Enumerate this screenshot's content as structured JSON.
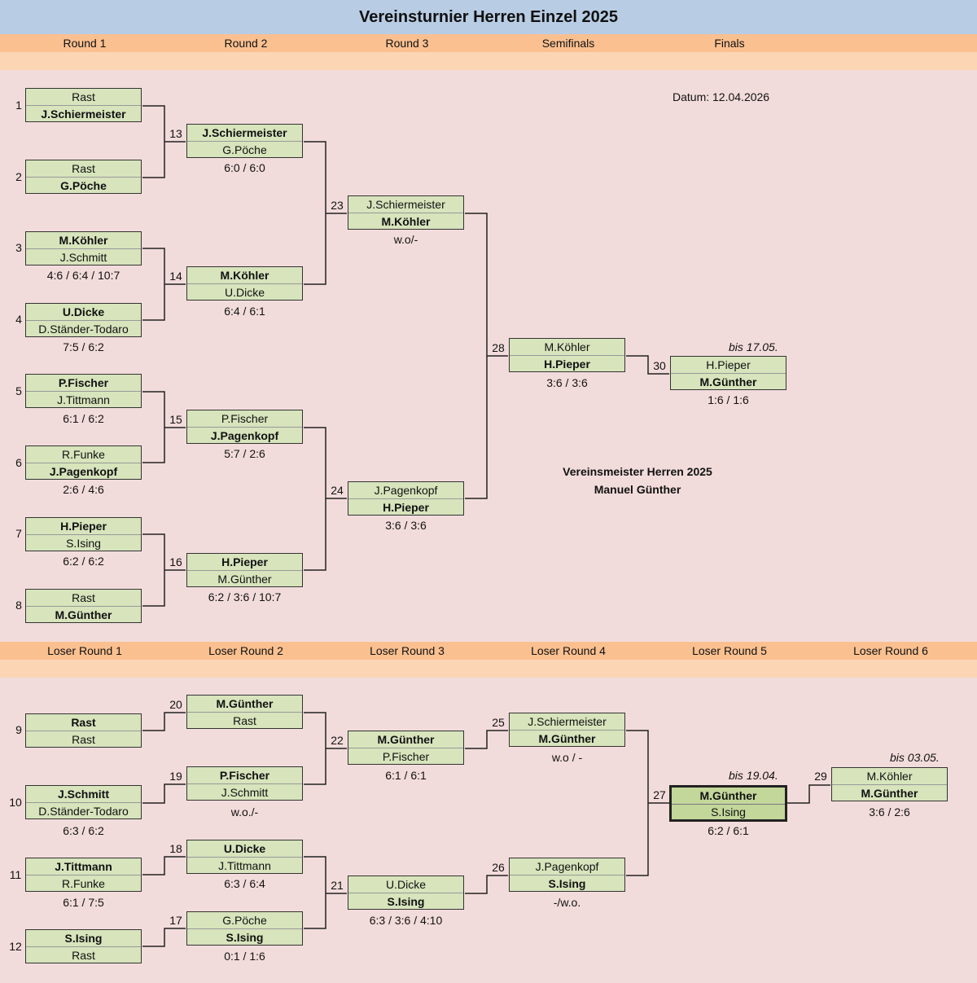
{
  "title": "Vereinsturnier Herren Einzel 2025",
  "winners_rounds": [
    "Round 1",
    "Round 2",
    "Round 3",
    "Semifinals",
    "Finals"
  ],
  "losers_rounds": [
    "Loser Round 1",
    "Loser Round 2",
    "Loser Round 3",
    "Loser Round 4",
    "Loser Round 5",
    "Loser Round 6"
  ],
  "date_label": "Datum: 12.04.2026",
  "champion": {
    "line1": "Vereinsmeister Herren 2025",
    "line2": "Manuel Günther"
  },
  "notes": {
    "final": "bis 17.05.",
    "lr5": "bis 19.04.",
    "lr6": "bis 03.05."
  },
  "matches": {
    "m1": {
      "num": "1",
      "p1": "Rast",
      "p2": "J.Schiermeister",
      "score": ""
    },
    "m2": {
      "num": "2",
      "p1": "Rast",
      "p2": "G.Pöche",
      "score": ""
    },
    "m3": {
      "num": "3",
      "p1": "M.Köhler",
      "p2": "J.Schmitt",
      "score": "4:6 / 6:4 / 10:7"
    },
    "m4": {
      "num": "4",
      "p1": "U.Dicke",
      "p2": "D.Ständer-Todaro",
      "score": "7:5 / 6:2"
    },
    "m5": {
      "num": "5",
      "p1": "P.Fischer",
      "p2": "J.Tittmann",
      "score": "6:1 / 6:2"
    },
    "m6": {
      "num": "6",
      "p1": "R.Funke",
      "p2": "J.Pagenkopf",
      "score": "2:6 / 4:6"
    },
    "m7": {
      "num": "7",
      "p1": "H.Pieper",
      "p2": "S.Ising",
      "score": "6:2 / 6:2"
    },
    "m8": {
      "num": "8",
      "p1": "Rast",
      "p2": "M.Günther",
      "score": ""
    },
    "m13": {
      "num": "13",
      "p1": "J.Schiermeister",
      "p2": "G.Pöche",
      "score": "6:0 / 6:0"
    },
    "m14": {
      "num": "14",
      "p1": "M.Köhler",
      "p2": "U.Dicke",
      "score": "6:4 / 6:1"
    },
    "m15": {
      "num": "15",
      "p1": "P.Fischer",
      "p2": "J.Pagenkopf",
      "score": "5:7 / 2:6"
    },
    "m16": {
      "num": "16",
      "p1": "H.Pieper",
      "p2": "M.Günther",
      "score": "6:2 / 3:6 / 10:7"
    },
    "m23": {
      "num": "23",
      "p1": "J.Schiermeister",
      "p2": "M.Köhler",
      "score": "w.o/-"
    },
    "m24": {
      "num": "24",
      "p1": "J.Pagenkopf",
      "p2": "H.Pieper",
      "score": "3:6 / 3:6"
    },
    "m28": {
      "num": "28",
      "p1": "M.Köhler",
      "p2": "H.Pieper",
      "score": "3:6 / 3:6"
    },
    "m30": {
      "num": "30",
      "p1": "H.Pieper",
      "p2": "M.Günther",
      "score": "1:6 / 1:6"
    },
    "m9": {
      "num": "9",
      "p1": "Rast",
      "p2": "Rast",
      "score": ""
    },
    "m10": {
      "num": "10",
      "p1": "J.Schmitt",
      "p2": "D.Ständer-Todaro",
      "score": "6:3 / 6:2"
    },
    "m11": {
      "num": "11",
      "p1": "J.Tittmann",
      "p2": "R.Funke",
      "score": "6:1 / 7:5"
    },
    "m12": {
      "num": "12",
      "p1": "S.Ising",
      "p2": "Rast",
      "score": ""
    },
    "m20": {
      "num": "20",
      "p1": "M.Günther",
      "p2": "Rast",
      "score": ""
    },
    "m19": {
      "num": "19",
      "p1": "P.Fischer",
      "p2": "J.Schmitt",
      "score": "w.o./-"
    },
    "m18": {
      "num": "18",
      "p1": "U.Dicke",
      "p2": "J.Tittmann",
      "score": "6:3 / 6:4"
    },
    "m17": {
      "num": "17",
      "p1": "G.Pöche",
      "p2": "S.Ising",
      "score": "0:1 / 1:6"
    },
    "m22": {
      "num": "22",
      "p1": "M.Günther",
      "p2": "P.Fischer",
      "score": "6:1 / 6:1"
    },
    "m21": {
      "num": "21",
      "p1": "U.Dicke",
      "p2": "S.Ising",
      "score": "6:3 / 3:6 / 4:10"
    },
    "m25": {
      "num": "25",
      "p1": "J.Schiermeister",
      "p2": "M.Günther",
      "score": "w.o / -"
    },
    "m26": {
      "num": "26",
      "p1": "J.Pagenkopf",
      "p2": "S.Ising",
      "score": "-/w.o."
    },
    "m27": {
      "num": "27",
      "p1": "M.Günther",
      "p2": "S.Ising",
      "score": "6:2 / 6:1"
    },
    "m29": {
      "num": "29",
      "p1": "M.Köhler",
      "p2": "M.Günther",
      "score": "3:6 / 2:6"
    }
  }
}
